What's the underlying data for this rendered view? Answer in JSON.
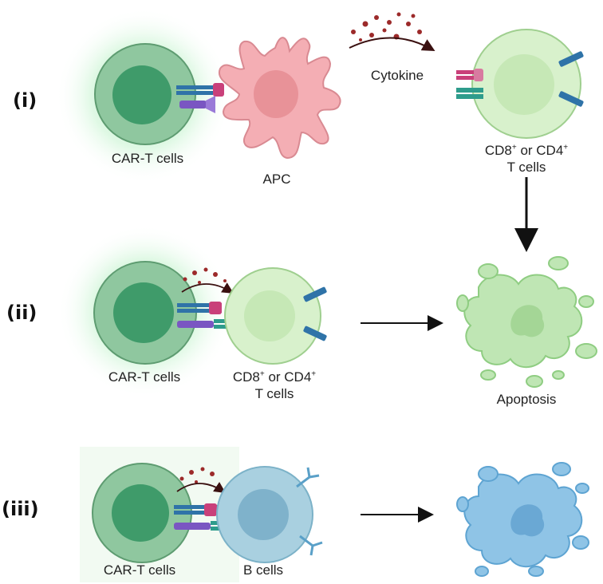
{
  "rows": [
    {
      "numeral": "(i)",
      "car_label": "CAR-T cells",
      "apc_label": "APC",
      "cytokine_label": "Cytokine",
      "target_label": {
        "prefix": "CD8",
        "sup1": "+",
        "mid": " or CD4",
        "sup2": "+",
        "line2": "T cells"
      }
    },
    {
      "numeral": "(ii)",
      "car_label": "CAR-T cells",
      "target_label": {
        "prefix": "CD8",
        "sup1": "+",
        "mid": " or CD4",
        "sup2": "+",
        "line2": "T cells"
      },
      "outcome_label": "Apoptosis"
    },
    {
      "numeral": "(iii)",
      "car_label": "CAR-T cells",
      "b_label": "B cells"
    }
  ],
  "colors": {
    "car_cell": "#8fc79f",
    "car_nucleus": "#3f9b6a",
    "car_glow": "#6fe08a",
    "apc": "#f4aeb4",
    "t_cell": "#d8f1cc",
    "b_cell": "#a9d0e0",
    "apoptosis_green": "#bfe6b4",
    "apoptosis_blue": "#8fc4e6",
    "cytokine": "#9c2a2a",
    "receptor_blue": "#2f73a8",
    "receptor_pink": "#c9407a",
    "receptor_purple": "#7a56c2",
    "receptor_teal": "#2e9c8c"
  }
}
